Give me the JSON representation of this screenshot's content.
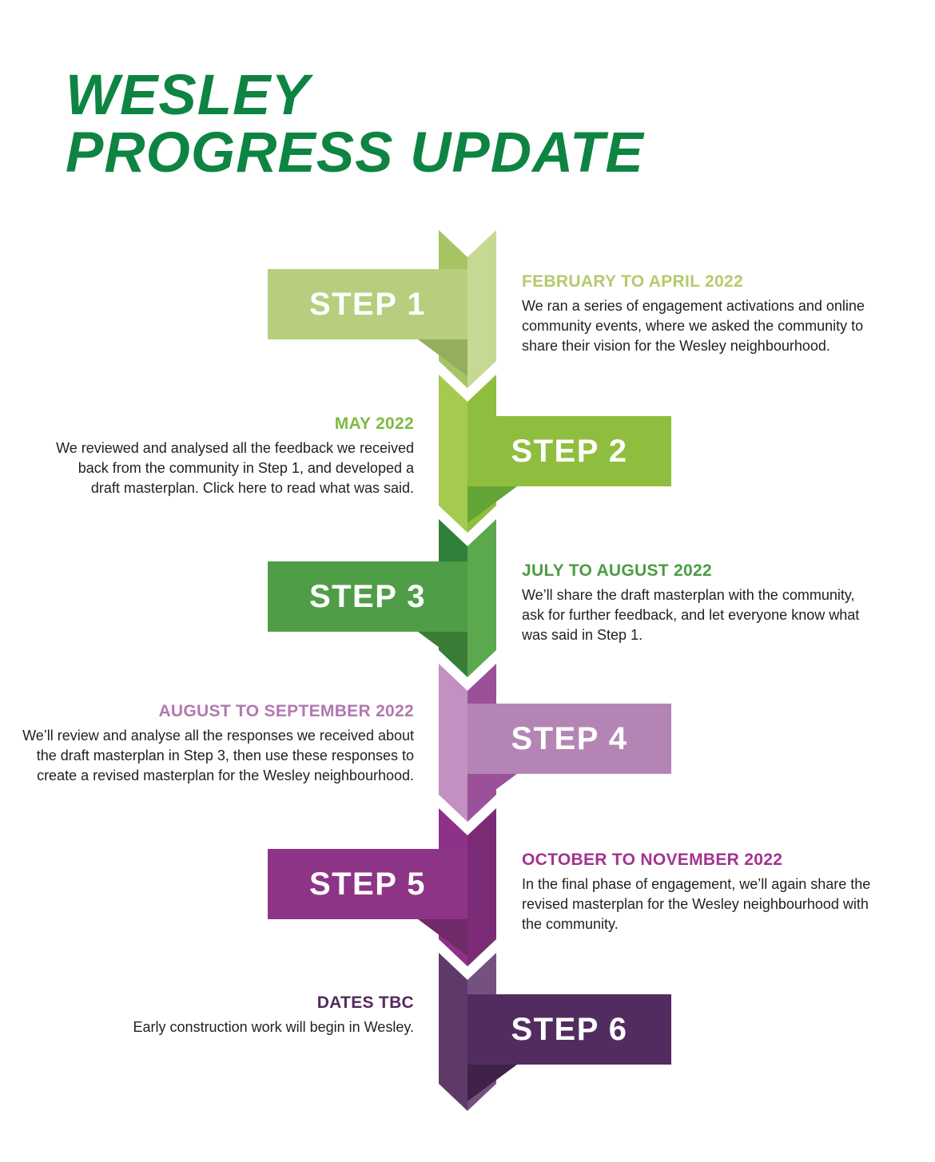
{
  "page": {
    "title_lines": [
      "WESLEY",
      "PROGRESS UPDATE"
    ],
    "title_color": "#0E8442",
    "background_color": "#FFFFFF",
    "body_text_color": "#231F20"
  },
  "steps": [
    {
      "label": "STEP 1",
      "heading": "FEBRUARY TO APRIL 2022",
      "body": [
        "We ran a series of engagement activations and online",
        "community events, where we asked the community to",
        "share their vision for the Wesley neighbourhood."
      ],
      "side": "right",
      "colors": {
        "banner": "#B6CE7D",
        "heading": "#B5CA6D",
        "chevron_left": "#A7C464",
        "chevron_right": "#C5D994",
        "fold": "#94AE5E",
        "label_text": "#FFFFFF"
      }
    },
    {
      "label": "STEP 2",
      "heading": "MAY 2022",
      "body": [
        "We reviewed and analysed all the feedback we received",
        "back from the community in Step 1, and developed a",
        "draft masterplan. Click here to read what was said."
      ],
      "side": "left",
      "colors": {
        "banner": "#8FBE3E",
        "heading": "#7CBB43",
        "chevron_left": "#A4CA4F",
        "chevron_right": "#8FBE3E",
        "fold": "#63A437",
        "label_text": "#FFFFFF"
      }
    },
    {
      "label": "STEP 3",
      "heading": "JULY TO AUGUST 2022",
      "body": [
        "We’ll share the draft masterplan with the community,",
        "ask for further feedback, and let everyone know what",
        "was said in Step 1."
      ],
      "side": "right",
      "colors": {
        "banner": "#4F9E47",
        "heading": "#4C9B45",
        "chevron_left": "#318039",
        "chevron_right": "#5CA84F",
        "fold": "#3B7C37",
        "label_text": "#FFFFFF"
      }
    },
    {
      "label": "STEP 4",
      "heading": "AUGUST TO SEPTEMBER 2022",
      "body": [
        "We’ll review and analyse all the responses we received about",
        "the draft masterplan in Step 3, then use these responses to",
        "create a revised masterplan for the Wesley neighbourhood."
      ],
      "side": "left",
      "colors": {
        "banner": "#B485B4",
        "heading": "#B279AE",
        "chevron_left": "#C290C1",
        "chevron_right": "#9B509A",
        "fold": "#9B519A",
        "label_text": "#FFFFFF"
      }
    },
    {
      "label": "STEP 5",
      "heading": "OCTOBER TO NOVEMBER 2022",
      "body": [
        "In the final phase of engagement, we’ll again share the",
        "revised masterplan for the Wesley neighbourhood with",
        "the community."
      ],
      "side": "right",
      "colors": {
        "banner": "#8E3487",
        "heading": "#A23390",
        "chevron_left": "#8E3188",
        "chevron_right": "#7C2B77",
        "fold": "#6F2A69",
        "label_text": "#FFFFFF"
      }
    },
    {
      "label": "STEP 6",
      "heading": "DATES TBC",
      "body": [
        "Early construction work will begin in Wesley."
      ],
      "side": "left",
      "colors": {
        "banner": "#522C60",
        "heading": "#522B5E",
        "chevron_left": "#5E3A69",
        "chevron_right": "#755180",
        "fold": "#3F2149",
        "label_text": "#FFFFFF"
      }
    }
  ]
}
